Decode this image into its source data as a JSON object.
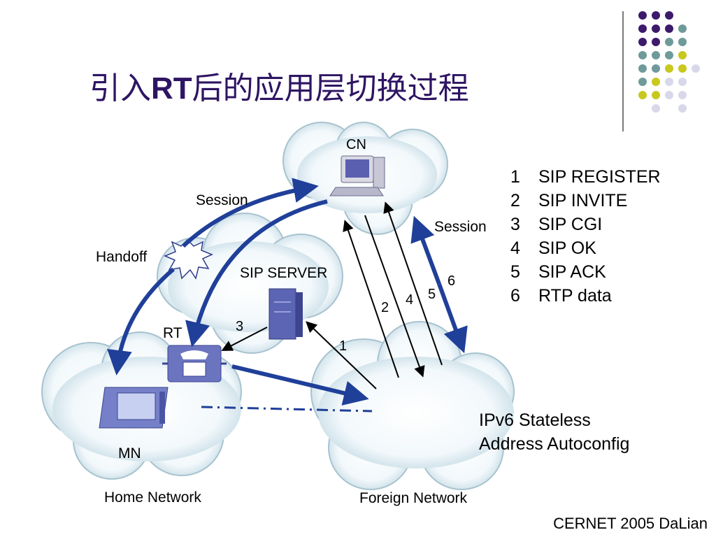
{
  "title": {
    "prefix": "引入",
    "bold": "RT",
    "suffix": "后的应用层切换过程"
  },
  "nodes": {
    "cn": "CN",
    "sip_server": "SIP SERVER",
    "rt": "RT",
    "mn": "MN",
    "handoff": "Handoff",
    "session_left": "Session",
    "session_right": "Session"
  },
  "networks": {
    "home": "Home Network",
    "foreign": "Foreign Network"
  },
  "step_numbers": [
    "1",
    "2",
    "3",
    "4",
    "5",
    "6"
  ],
  "legend": [
    {
      "n": "1",
      "label": "SIP REGISTER"
    },
    {
      "n": "2",
      "label": "SIP INVITE"
    },
    {
      "n": "3",
      "label": "SIP CGI"
    },
    {
      "n": "4",
      "label": "SIP OK"
    },
    {
      "n": "5",
      "label": "SIP ACK"
    },
    {
      "n": "6",
      "label": "RTP data"
    }
  ],
  "ipv6_note": {
    "line1": "IPv6 Stateless",
    "line2": "Address Autoconfig"
  },
  "footer": "CERNET 2005 DaLian",
  "colors": {
    "title": "#2e1563",
    "arrow_blue": "#1f3f99",
    "dot_purple": "#3d1a6b",
    "dot_teal": "#6f9a9a",
    "dot_yellow": "#c8c81e",
    "dot_lavender": "#d8d8ea"
  }
}
